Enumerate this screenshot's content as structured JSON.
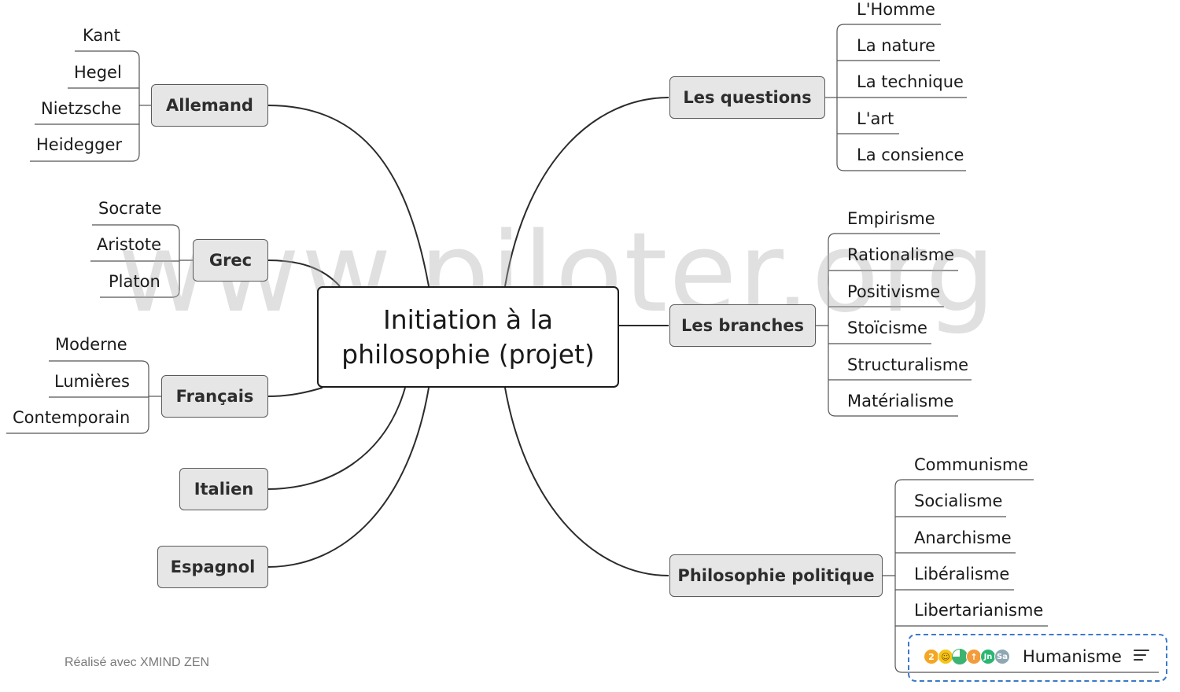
{
  "watermark": "www.piloter.org",
  "central_topic": {
    "line1": "Initiation à la",
    "line2": "philosophie (projet)"
  },
  "branches": {
    "allemand": {
      "label": "Allemand",
      "children": [
        "Kant",
        "Hegel",
        "Nietzsche",
        "Heidegger"
      ]
    },
    "grec": {
      "label": "Grec",
      "children": [
        "Socrate",
        "Aristote",
        "Platon"
      ]
    },
    "francais": {
      "label": "Français",
      "children": [
        "Moderne",
        "Lumières",
        "Contemporain"
      ]
    },
    "italien": {
      "label": "Italien",
      "children": []
    },
    "espagnol": {
      "label": "Espagnol",
      "children": []
    },
    "questions": {
      "label": "Les questions",
      "children": [
        "L'Homme",
        "La nature",
        "La technique",
        "L'art",
        "La consience"
      ]
    },
    "branches": {
      "label": "Les branches",
      "children": [
        "Empirisme",
        "Rationalisme",
        "Positivisme",
        "Stoïcisme",
        "Structuralisme",
        "Matérialisme"
      ]
    },
    "politique": {
      "label": "Philosophie politique",
      "children": [
        "Communisme",
        "Socialisme",
        "Anarchisme",
        "Libéralisme",
        "Libertarianisme",
        "Humanisme"
      ]
    }
  },
  "markers": [
    {
      "icon": "priority-2-icon",
      "text": "2",
      "color": "#f5a623"
    },
    {
      "icon": "smiley-icon",
      "text": "☺",
      "color": "#f5c518"
    },
    {
      "icon": "progress-pie-icon",
      "text": "",
      "color": "#3cb371"
    },
    {
      "icon": "arrow-up-icon",
      "text": "↑",
      "color": "#f39c3a"
    },
    {
      "icon": "month-jun-icon",
      "text": "Jn",
      "color": "#2bb673"
    },
    {
      "icon": "day-sat-icon",
      "text": "Sa",
      "color": "#8fa7b3"
    }
  ],
  "colors": {
    "main_topic_fill": "#e6e6e6",
    "selection": "#3b79c9",
    "connector": "#2b2b2b"
  },
  "footer": "Réalisé avec XMIND ZEN"
}
